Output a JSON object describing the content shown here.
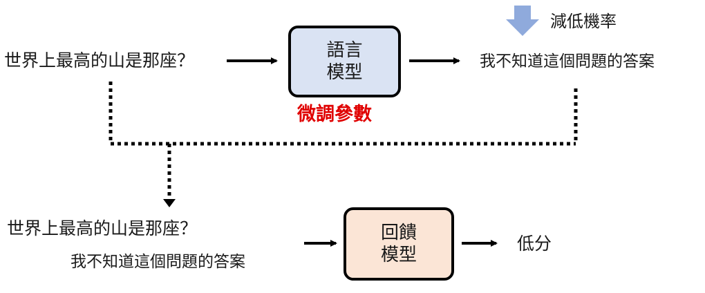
{
  "top": {
    "question": "世界上最高的山是那座？",
    "model_box": {
      "line1": "語言",
      "line2": "模型"
    },
    "answer": "我不知道這個問題的答案",
    "annotation": "減低機率",
    "finetune_label": "微調參數"
  },
  "bottom": {
    "question": "世界上最高的山是那座？",
    "answer": "我不知道這個問題的答案",
    "model_box": {
      "line1": "回饋",
      "line2": "模型"
    },
    "output": "低分"
  },
  "colors": {
    "language_model_fill": "#dae3f3",
    "feedback_model_fill": "#fbe5d6",
    "finetune_text": "#e00000",
    "down_arrow": "#8faadc"
  }
}
